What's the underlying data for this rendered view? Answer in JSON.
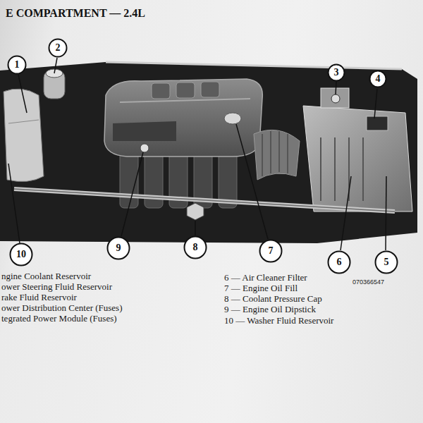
{
  "diagram": {
    "title": "E COMPARTMENT — 2.4L",
    "nodes": [
      {
        "text": [
          "1"
        ]
      },
      {
        "text": [
          "2"
        ]
      },
      {
        "text": [
          "3"
        ]
      },
      {
        "text": [
          "4"
        ]
      },
      {
        "text": [
          "5"
        ]
      },
      {
        "text": [
          "6"
        ]
      },
      {
        "text": [
          "7"
        ]
      },
      {
        "text": [
          "8"
        ]
      },
      {
        "text": [
          "9"
        ]
      },
      {
        "text": [
          "10"
        ]
      }
    ],
    "labels": [
      "ngine Coolant Reservoir",
      "ower Steering Fluid Reservoir",
      "rake Fluid Reservoir",
      "ower Distribution Center (Fuses)",
      "tegrated Power Module (Fuses)",
      "6 — Air Cleaner Filter",
      "7 — Engine Oil Fill",
      "8 — Coolant Pressure Cap",
      "9 — Engine Oil Dipstick",
      "10 — Washer Fluid Reservoir",
      "070366547"
    ]
  }
}
